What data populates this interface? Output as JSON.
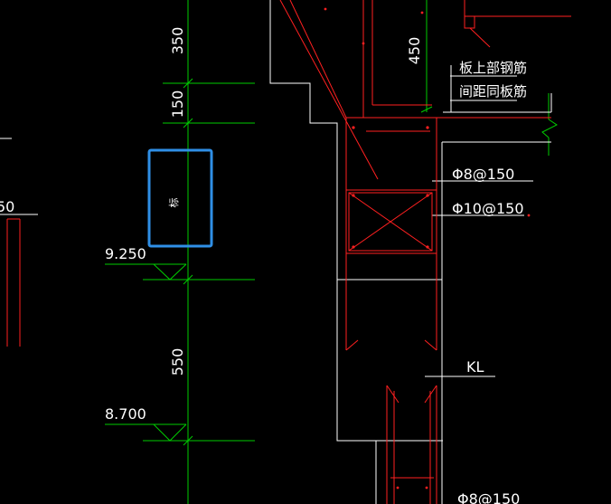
{
  "colors": {
    "background": "#000000",
    "dimension_line": "#00cc00",
    "rebar": "#ff2020",
    "outline": "#ffffff",
    "selection": "#2f8fe6"
  },
  "dimensions": {
    "d350": "350",
    "d150": "150",
    "d450": "450",
    "d550": "550"
  },
  "elevations": {
    "e1": "9.250",
    "e2": "8.700"
  },
  "notes": {
    "slab_top_line1": "板上部钢筋",
    "slab_top_line2": "间距同板筋"
  },
  "rebar_labels": {
    "r1": "Φ8@150",
    "r2": "Φ10@150",
    "r3": "Φ8@150"
  },
  "beam_label": "KL",
  "selected_box_label": "标",
  "partial_left_label": "50"
}
